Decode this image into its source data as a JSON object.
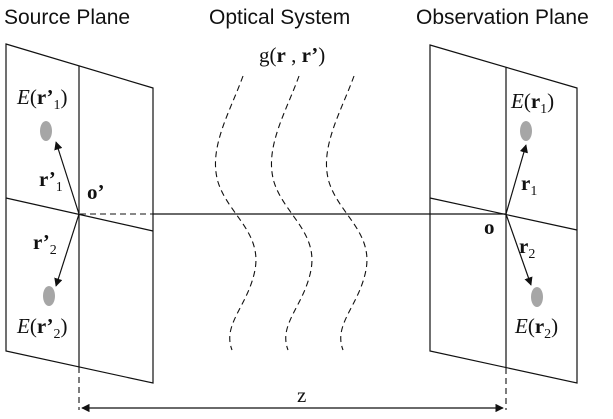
{
  "titles": {
    "source": "Source Plane",
    "system": "Optical System",
    "observation": "Observation Plane"
  },
  "system_function": {
    "prefix": "g(",
    "arg1": "r",
    "sep": " , ",
    "arg2": "r’",
    "suffix": ")"
  },
  "source_labels": {
    "field_1": {
      "E": "E",
      "open": "(",
      "vec": "r’",
      "sub": "1",
      "close": ")"
    },
    "field_2": {
      "E": "E",
      "open": "(",
      "vec": "r’",
      "sub": "2",
      "close": ")"
    },
    "vector_1": {
      "vec": "r’",
      "sub": "1"
    },
    "vector_2": {
      "vec": "r’",
      "sub": "2"
    },
    "origin": "o’"
  },
  "observation_labels": {
    "field_1": {
      "E": "E",
      "open": "(",
      "vec": "r",
      "sub": "1",
      "close": ")"
    },
    "field_2": {
      "E": "E",
      "open": "(",
      "vec": "r",
      "sub": "2",
      "close": ")"
    },
    "vector_1": {
      "vec": "r",
      "sub": "1"
    },
    "vector_2": {
      "vec": "r",
      "sub": "2"
    },
    "origin": "o"
  },
  "distance_label": "z",
  "colors": {
    "ink": "#111111",
    "spot": "#a6a6a6"
  }
}
